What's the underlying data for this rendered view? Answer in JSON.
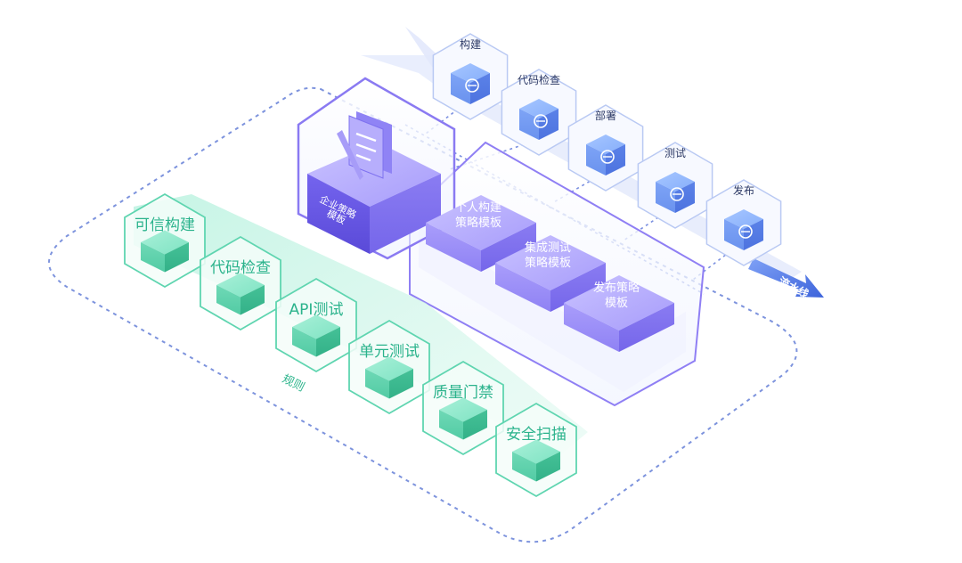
{
  "pipeline": {
    "label": "流水线",
    "stages": [
      {
        "label": "构建",
        "icon": "build-icon"
      },
      {
        "label": "代码检查",
        "icon": "code-icon"
      },
      {
        "label": "部署",
        "icon": "deploy-icon"
      },
      {
        "label": "测试",
        "icon": "test-icon"
      },
      {
        "label": "发布",
        "icon": "publish-icon"
      }
    ]
  },
  "enterprise_template": {
    "label_line1": "企业策略",
    "label_line2": "模板",
    "icon": "document-icon"
  },
  "templates": [
    {
      "line1": "个人构建",
      "line2": "策略模板"
    },
    {
      "line1": "集成测试",
      "line2": "策略模板"
    },
    {
      "line1": "发布策略",
      "line2": "模板"
    }
  ],
  "rules": {
    "label": "规则",
    "items": [
      "可信构建",
      "代码检查",
      "API测试",
      "单元测试",
      "质量门禁",
      "安全扫描"
    ]
  },
  "colors": {
    "purple": "#7b6cf6",
    "blue": "#5b83f0",
    "teal": "#2ec4a0",
    "dash": "#6f86d9"
  }
}
